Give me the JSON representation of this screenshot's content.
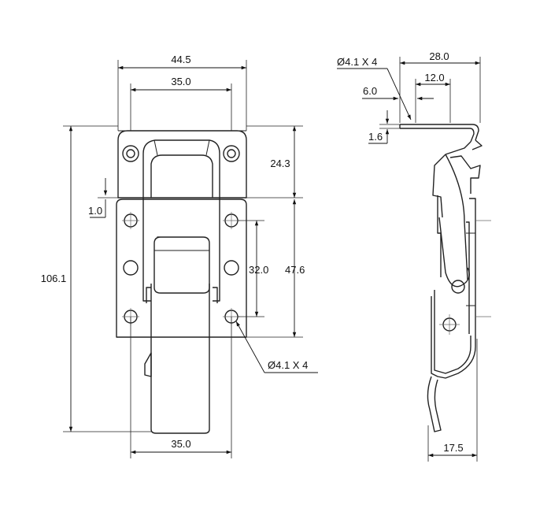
{
  "front_view": {
    "width_overall": "44.5",
    "hole_spacing_top": "35.0",
    "hole_spacing_bottom": "35.0",
    "height_overall": "106.1",
    "top_plate_height": "24.3",
    "plate_gap": "1.0",
    "lower_plate_height": "47.6",
    "hole_spacing_vertical": "32.0",
    "hole_callout": "Ø4.1 X 4"
  },
  "side_view": {
    "hole_callout": "Ø4.1 X 4",
    "depth_overall": "28.0",
    "offset_a": "12.0",
    "offset_b": "6.0",
    "thickness": "1.6",
    "bottom_width": "17.5"
  }
}
